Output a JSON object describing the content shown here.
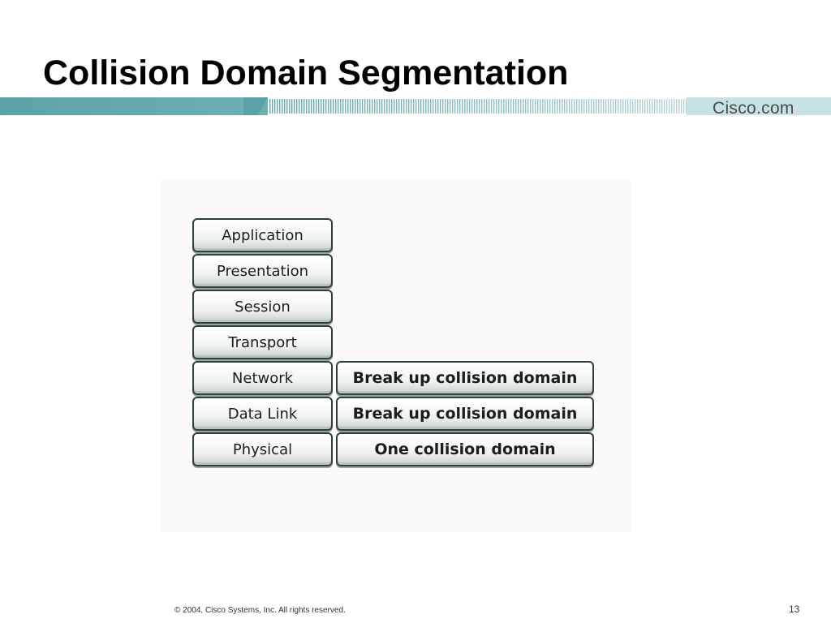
{
  "slide": {
    "title": "Collision Domain Segmentation",
    "brand": "Cisco.com",
    "colors": {
      "bar_teal": "#5ba3a8",
      "bar_light": "#c7e2e4",
      "box_border": "#2f3f3a"
    }
  },
  "diagram": {
    "osi_layers": [
      {
        "label": "Application"
      },
      {
        "label": "Presentation"
      },
      {
        "label": "Session"
      },
      {
        "label": "Transport"
      },
      {
        "label": "Network"
      },
      {
        "label": "Data Link"
      },
      {
        "label": "Physical"
      }
    ],
    "notes": [
      {
        "layer": "Network",
        "label": "Break up collision domain"
      },
      {
        "layer": "Data Link",
        "label": "Break up collision domain"
      },
      {
        "layer": "Physical",
        "label": "One collision domain"
      }
    ]
  },
  "footer": {
    "copyright": "© 2004, Cisco Systems, Inc. All rights reserved.",
    "page_number": "13"
  }
}
